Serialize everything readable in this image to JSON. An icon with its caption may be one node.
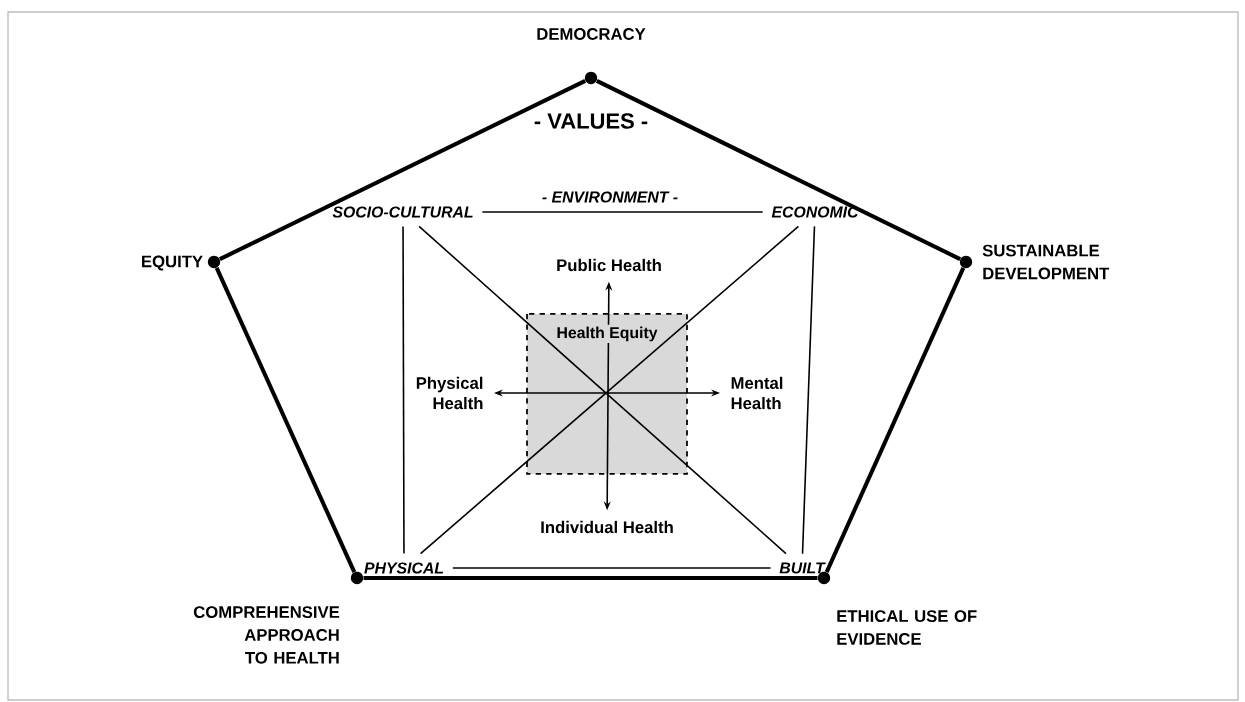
{
  "diagram": {
    "nodes": [
      {
        "text": [],
        "shape": "circle",
        "beside": [
          "DEMOCRACY"
        ]
      },
      {
        "text": [],
        "shape": "circle",
        "beside": [
          "EQUITY"
        ]
      },
      {
        "text": [],
        "shape": "circle",
        "beside": [
          "SUSTAINABLE DEVELOPMENT"
        ]
      },
      {
        "text": [],
        "shape": "circle",
        "beside": [
          "COMPREHENSIVE APPROACH TO HEALTH"
        ]
      },
      {
        "text": [],
        "shape": "circle",
        "beside": [
          "ETHICAL USE OF EVIDENCE"
        ]
      },
      {
        "text": [
          "SOCIO-CULTURAL"
        ]
      },
      {
        "text": [
          "ECONOMIC"
        ]
      },
      {
        "text": [
          "PHYSICAL"
        ]
      },
      {
        "text": [
          "BUILT"
        ]
      },
      {
        "text": [
          "Public Health"
        ]
      },
      {
        "text": [
          "Physical Health"
        ]
      },
      {
        "text": [
          "Mental Health"
        ]
      },
      {
        "text": [
          "Individual Health"
        ]
      }
    ],
    "edges": [
      {
        "from": 0,
        "to": 2,
        "arrow": "none",
        "style": "thick"
      },
      {
        "from": 2,
        "to": 4,
        "arrow": "none",
        "style": "thick"
      },
      {
        "from": 4,
        "to": 3,
        "arrow": "none",
        "style": "thick"
      },
      {
        "from": 3,
        "to": 1,
        "arrow": "none",
        "style": "thick"
      },
      {
        "from": 1,
        "to": 0,
        "arrow": "none",
        "style": "thick"
      },
      {
        "from": 5,
        "to": 6,
        "arrow": "none"
      },
      {
        "from": 6,
        "to": 8,
        "arrow": "none"
      },
      {
        "from": 8,
        "to": 7,
        "arrow": "none"
      },
      {
        "from": 7,
        "to": 5,
        "arrow": "none"
      },
      {
        "from": 5,
        "to": 8,
        "arrow": "none"
      },
      {
        "from": 6,
        "to": 7,
        "arrow": "none"
      },
      {
        "from": 9,
        "to": 12,
        "arrow": "both"
      },
      {
        "from": 10,
        "to": 11,
        "arrow": "both"
      }
    ],
    "labels": [
      "- VALUES -",
      "- ENVIRONMENT -",
      "Health Equity"
    ]
  }
}
